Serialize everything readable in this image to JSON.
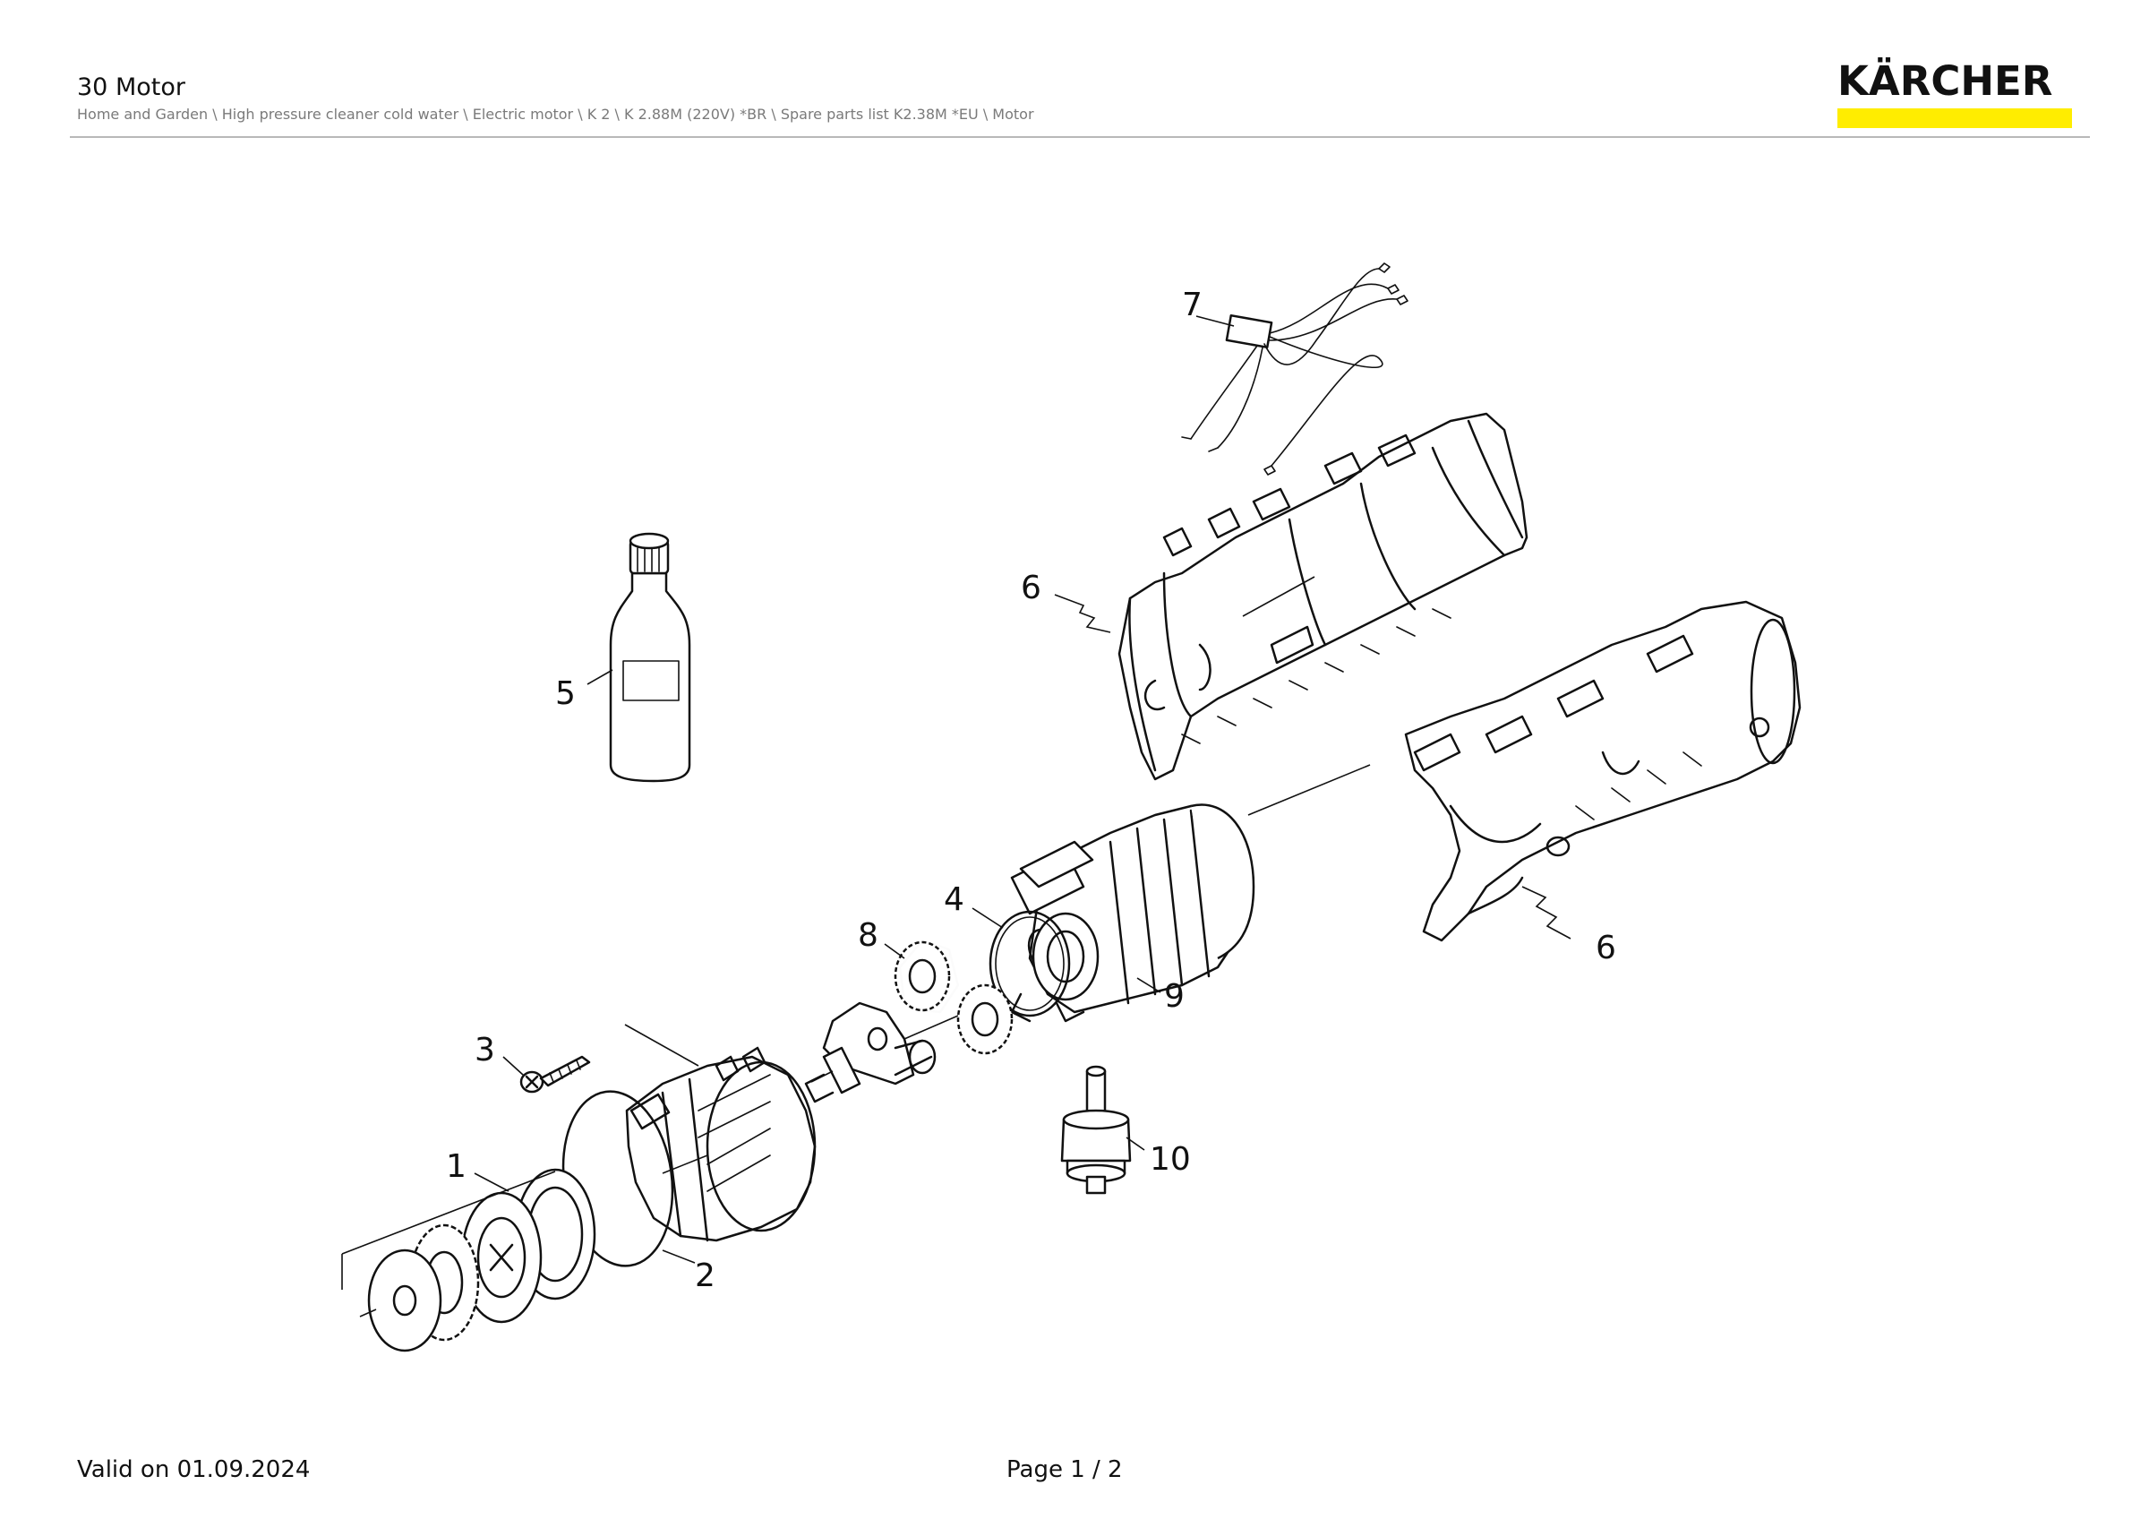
{
  "header": {
    "title": "30 Motor",
    "breadcrumb": "Home and Garden \\ High pressure cleaner cold water \\ Electric motor \\ K 2 \\ K 2.88M (220V) *BR \\ Spare parts list K2.38M *EU \\ Motor"
  },
  "brand": {
    "name": "KÄRCHER",
    "bar_color": "#ffed00"
  },
  "diagram": {
    "callouts": {
      "c1": "1",
      "c2": "2",
      "c3": "3",
      "c4": "4",
      "c5": "5",
      "c6a": "6",
      "c6b": "6",
      "c7": "7",
      "c8": "8",
      "c9": "9",
      "c10": "10"
    }
  },
  "footer": {
    "valid": "Valid on 01.09.2024",
    "page": "Page 1 / 2"
  }
}
